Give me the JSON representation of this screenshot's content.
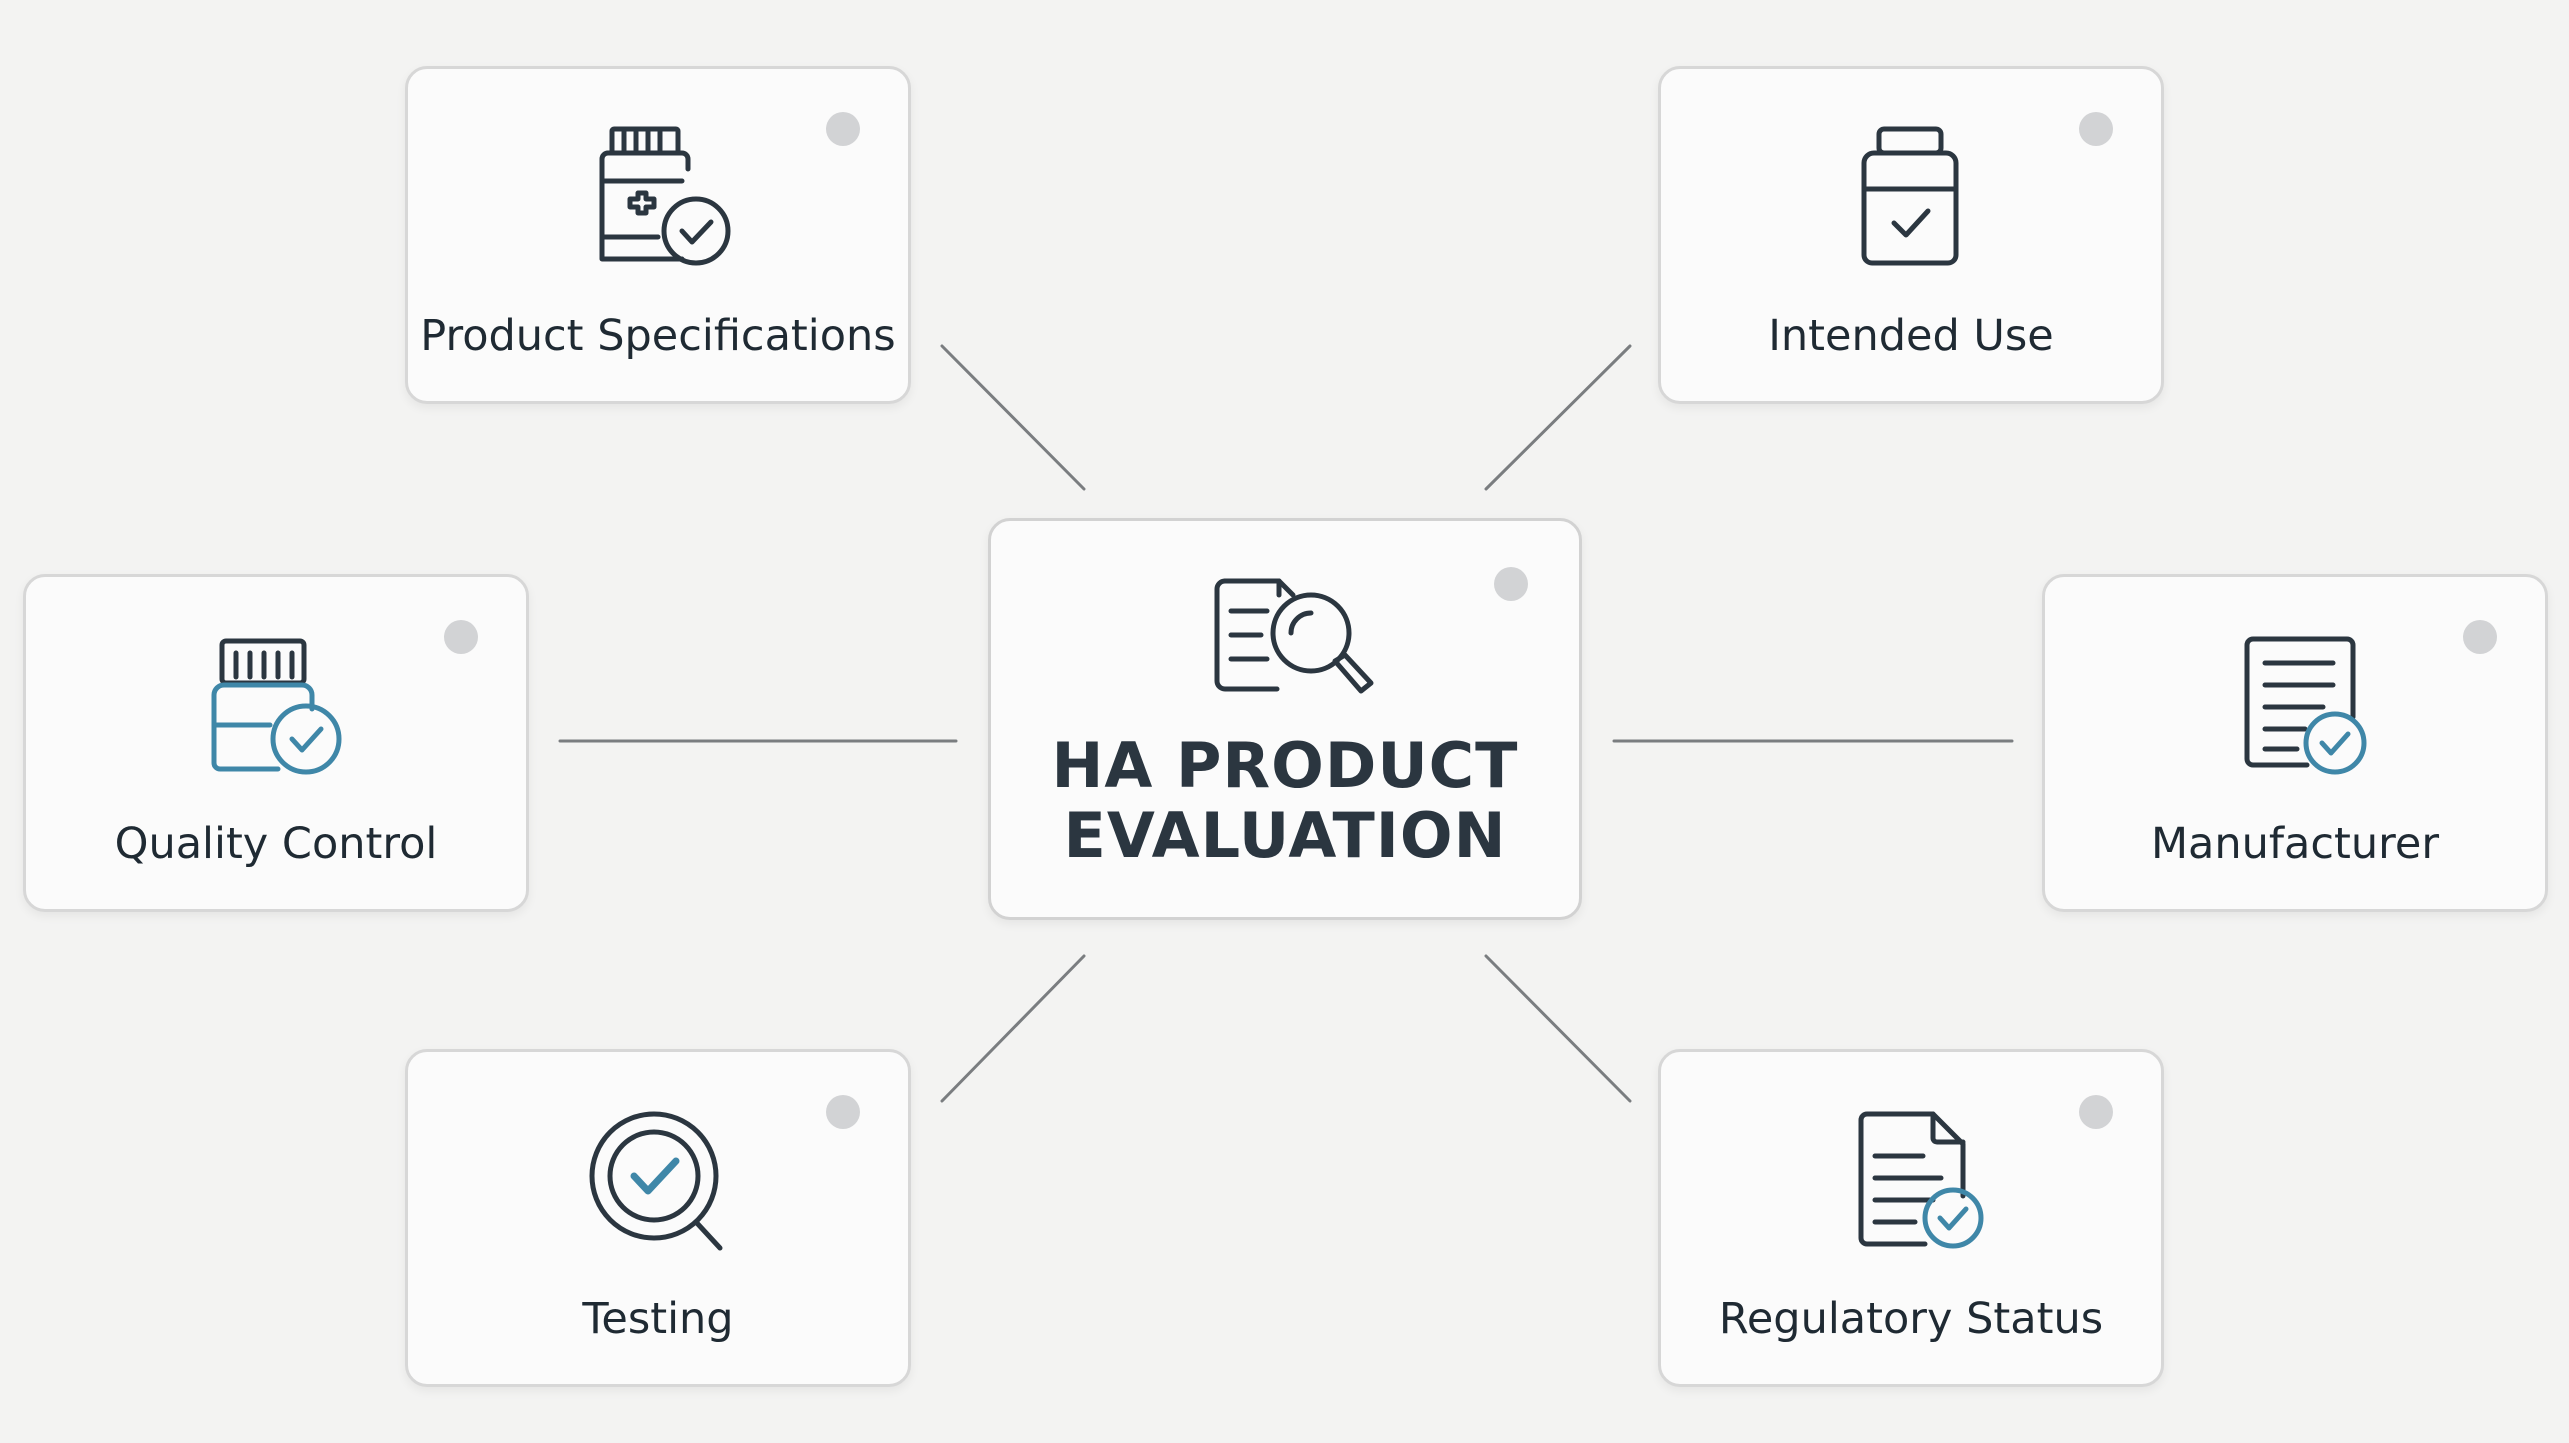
{
  "center": {
    "title_line1": "HA PRODUCT",
    "title_line2": "EVALUATION",
    "icon": "document-search-icon"
  },
  "nodes": [
    {
      "id": "product-specifications",
      "label": "Product Specifications",
      "icon": "medicine-bottle-check-icon"
    },
    {
      "id": "intended-use",
      "label": "Intended Use",
      "icon": "jar-check-icon"
    },
    {
      "id": "quality-control",
      "label": "Quality Control",
      "icon": "container-check-icon"
    },
    {
      "id": "manufacturer",
      "label": "Manufacturer",
      "icon": "document-check-icon"
    },
    {
      "id": "testing",
      "label": "Testing",
      "icon": "magnifier-check-icon"
    },
    {
      "id": "regulatory-status",
      "label": "Regulatory Status",
      "icon": "file-check-icon"
    }
  ],
  "colors": {
    "background": "#f3f3f2",
    "icon_stroke": "#2b3640",
    "accent": "#3f87a8",
    "connector": "#7a7d80",
    "status_dot": "#d2d3d5"
  }
}
